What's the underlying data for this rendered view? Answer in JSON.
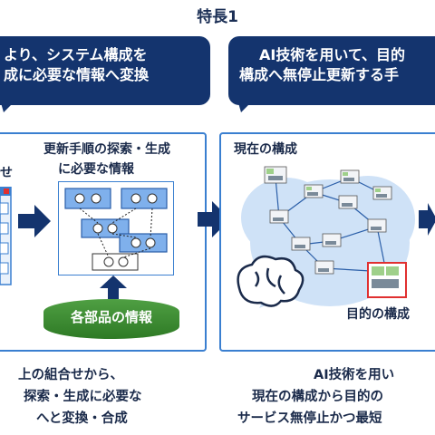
{
  "header": {
    "title": "特長1"
  },
  "banners": {
    "left": [
      "より、システム構成を",
      "成に必要な情報へ変換"
    ],
    "right": [
      "AI技術を用いて、目的",
      "構成へ無停止更新する手"
    ]
  },
  "left_panel": {
    "edge_char": "せ",
    "heading": [
      "更新手順の探索・生成",
      "に必要な情報"
    ],
    "db_label": "各部品の情報"
  },
  "right_panel": {
    "current_label": "現在の構成",
    "target_label": "目的の構成"
  },
  "captions": {
    "left": [
      "上の組合せから、",
      "探索・生成に必要な",
      "へと変換・合成"
    ],
    "right": [
      "AI技術を用い",
      "現在の構成から目的の",
      "サービス無停止かつ最短"
    ]
  },
  "colors": {
    "navy": "#14346e",
    "panel_border": "#3a7fd0",
    "green": "#3d8e33",
    "cloud": "#cfe2f7",
    "highlight": "#e03030"
  }
}
